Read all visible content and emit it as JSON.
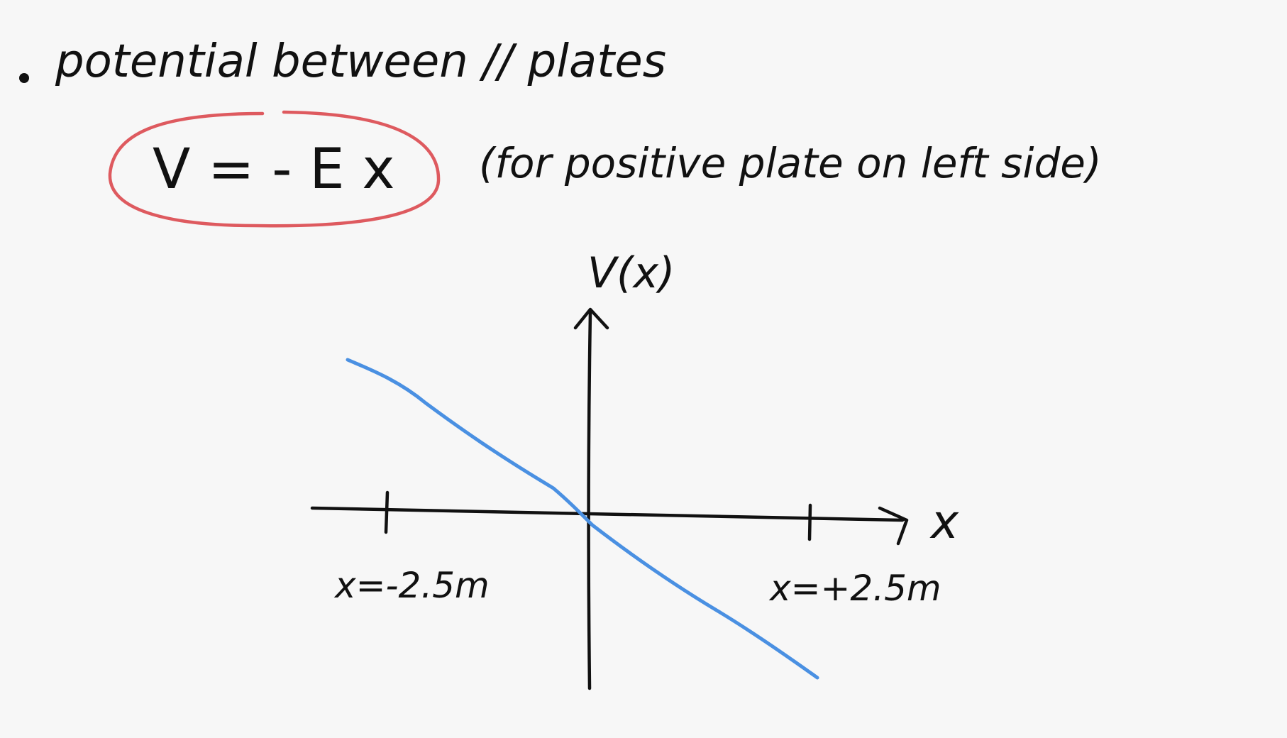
{
  "notes": {
    "bullet_heading": "potential between // plates",
    "formula": "V = - E x",
    "formula_note": "(for positive plate on left side)"
  },
  "graph": {
    "y_axis_label": "V(x)",
    "x_axis_label": "x",
    "left_tick_label": "x=-2.5m",
    "right_tick_label": "x=+2.5m"
  },
  "colors": {
    "ink": "#111111",
    "highlight_circle": "#de5a5f",
    "line": "#4a90e2",
    "background": "#f7f7f7"
  }
}
